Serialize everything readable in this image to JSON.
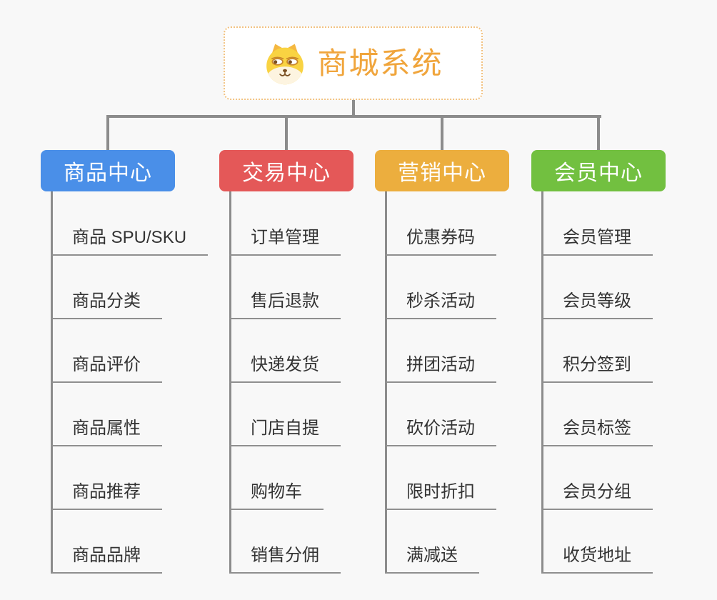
{
  "root": {
    "title": "商城系统",
    "icon": "dog-face-icon",
    "title_color": "#F0A53C",
    "border_color": "#F2C281",
    "background": "#FFFFFF"
  },
  "connector_color": "#8C8C8C",
  "page_background": "#F8F8F8",
  "branches": [
    {
      "label": "商品中心",
      "color": "#4A8FE8",
      "items": [
        "商品 SPU/SKU",
        "商品分类",
        "商品评价",
        "商品属性",
        "商品推荐",
        "商品品牌"
      ]
    },
    {
      "label": "交易中心",
      "color": "#E45858",
      "items": [
        "订单管理",
        "售后退款",
        "快递发货",
        "门店自提",
        "购物车",
        "销售分佣"
      ]
    },
    {
      "label": "营销中心",
      "color": "#ECAE3E",
      "items": [
        "优惠券码",
        "秒杀活动",
        "拼团活动",
        "砍价活动",
        "限时折扣",
        "满减送"
      ]
    },
    {
      "label": "会员中心",
      "color": "#72C040",
      "items": [
        "会员管理",
        "会员等级",
        "积分签到",
        "会员标签",
        "会员分组",
        "收货地址"
      ]
    }
  ]
}
